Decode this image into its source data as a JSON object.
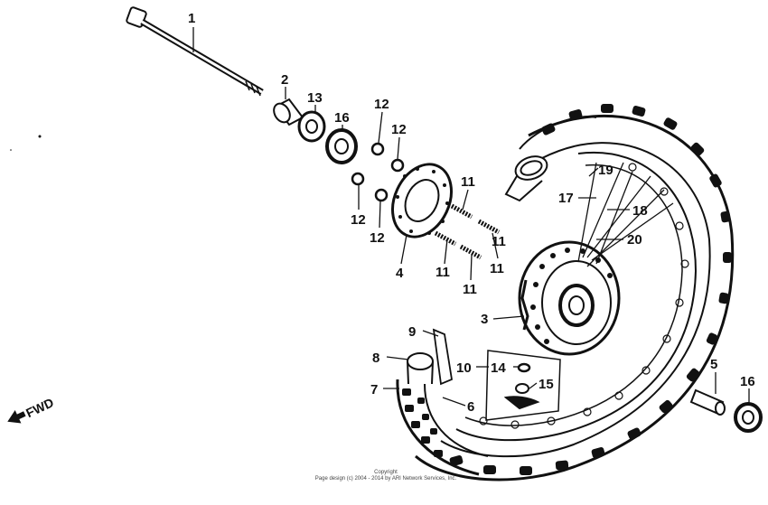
{
  "callouts": {
    "c1": "1",
    "c2": "2",
    "c3": "3",
    "c4": "4",
    "c5": "5",
    "c6": "6",
    "c7": "7",
    "c8": "8",
    "c9": "9",
    "c10": "10",
    "c11a": "11",
    "c11b": "11",
    "c11c": "11",
    "c11d": "11",
    "c11e": "11",
    "c12a": "12",
    "c12b": "12",
    "c12c": "12",
    "c12d": "12",
    "c13": "13",
    "c14": "14",
    "c15": "15",
    "c16a": "16",
    "c16b": "16",
    "c17": "17",
    "c18": "18",
    "c19": "19",
    "c20": "20"
  },
  "direction_label": "FWD",
  "copyright": {
    "line1": "Copyright",
    "line2": "Page design (c) 2004 - 2014 by ARI Network Services, Inc."
  },
  "colors": {
    "ink": "#111111",
    "paper": "#ffffff"
  }
}
